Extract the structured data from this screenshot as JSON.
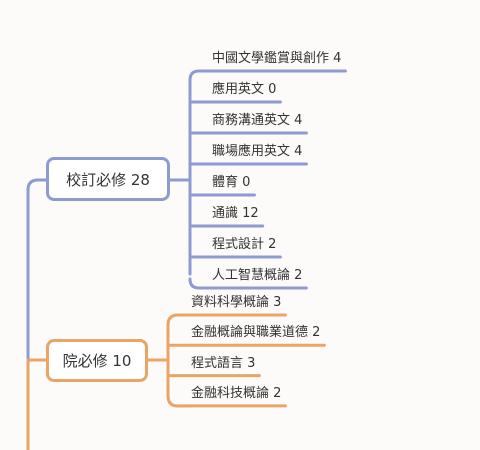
{
  "colors": {
    "blue": "#8e9bd1",
    "orange": "#e9a466",
    "background": "#fcfbf9"
  },
  "groups": [
    {
      "id": "required-revised",
      "label": "校訂必修 28",
      "color": "#8e9bd1",
      "items": [
        "中國文學鑑賞與創作 4",
        "應用英文 0",
        "商務溝通英文 4",
        "職場應用英文 4",
        "體育 0",
        "通識 12",
        "程式設計 2",
        "人工智慧概論 2"
      ]
    },
    {
      "id": "required-college",
      "label": "院必修 10",
      "color": "#e9a466",
      "items": [
        "資料科學概論 3",
        "金融概論與職業道德 2",
        "程式語言 3",
        "金融科技概論 2"
      ]
    }
  ]
}
